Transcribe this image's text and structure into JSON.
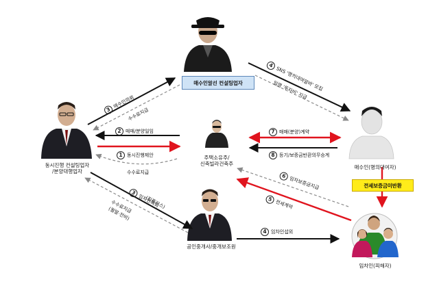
{
  "nodes": {
    "developer": "동시진행 컨설팅업자\n/분양대행업자",
    "consulting": "매수인알선 컨설팅업자",
    "center": "주택소유주/\n신축빌라건축주",
    "buyer": "매수인(명의대여자)",
    "broker": "공인중개사/중개보조원",
    "tenant": "임차인(피해자)",
    "unreturned": "전세보증금미반환"
  },
  "edges": {
    "e1": {
      "num": "1",
      "text": "동시진행제안"
    },
    "e1b": {
      "text": "수수료지급"
    },
    "e2": {
      "num": "2",
      "text": "매매/분양일임"
    },
    "e3a": {
      "num": "3",
      "text": "매수인의뢰"
    },
    "e3a_sub": {
      "text": "수수료지급"
    },
    "e3b": {
      "num": "3",
      "text": "임차인의뢰"
    },
    "e3b_sub": {
      "text": "(집플러스)"
    },
    "e3b_fee": {
      "text": "수수료지급"
    },
    "e3b_fee2": {
      "text": "(월말·전비)"
    },
    "e4a": {
      "num": "4",
      "text": "SNS '명의대여알바' 모집"
    },
    "e4a_sub": {
      "text": "일명 '투자비' 지급"
    },
    "e4b": {
      "num": "4",
      "text": "임차인섭외"
    },
    "e5": {
      "num": "5",
      "text": "전세계약"
    },
    "e6": {
      "num": "6",
      "text": "임차보증금지급"
    },
    "e7": {
      "num": "7",
      "text": "매매(분양)계약"
    },
    "e8": {
      "num": "8",
      "text": "등기/보증금반환의무승계"
    }
  },
  "colors": {
    "black": "#111111",
    "red": "#e0141e",
    "dash": "#8a8a8a"
  }
}
